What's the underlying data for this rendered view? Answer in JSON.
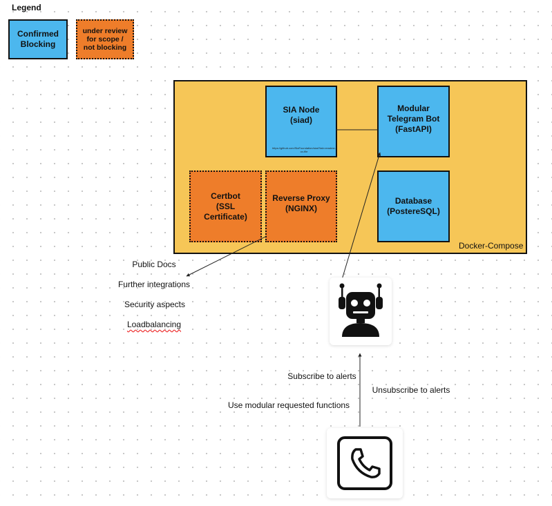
{
  "legend": {
    "title": "Legend",
    "confirmed": "Confirmed\nBlocking",
    "review": "under review\nfor scope /\nnot blocking"
  },
  "compose": {
    "label": "Docker-Compose"
  },
  "nodes": {
    "siad": "SIA Node\n(siad)",
    "siad_url": "https://github.com/SiaFoundation/siad?tab=readme-ov-file",
    "bot": "Modular\nTelegram Bot\n(FastAPI)",
    "certbot": "Certbot\n(SSL\nCertificate)",
    "proxy": "Reverse Proxy\n(NGINX)",
    "database": "Database\n(PostereSQL)"
  },
  "proxy_notes": [
    "Public Docs",
    "Further integrations",
    "Security aspects",
    "Loadbalancing"
  ],
  "flow_labels": {
    "subscribe": "Subscribe to alerts",
    "unsubscribe": "Unsubscribe to alerts",
    "use_functions": "Use modular requested functions"
  },
  "icons": {
    "bot": "robot-icon",
    "phone": "phone-icon"
  },
  "colors": {
    "confirmed": "#4cb7ee",
    "review": "#ee7d2a",
    "compose": "#f6c657"
  }
}
